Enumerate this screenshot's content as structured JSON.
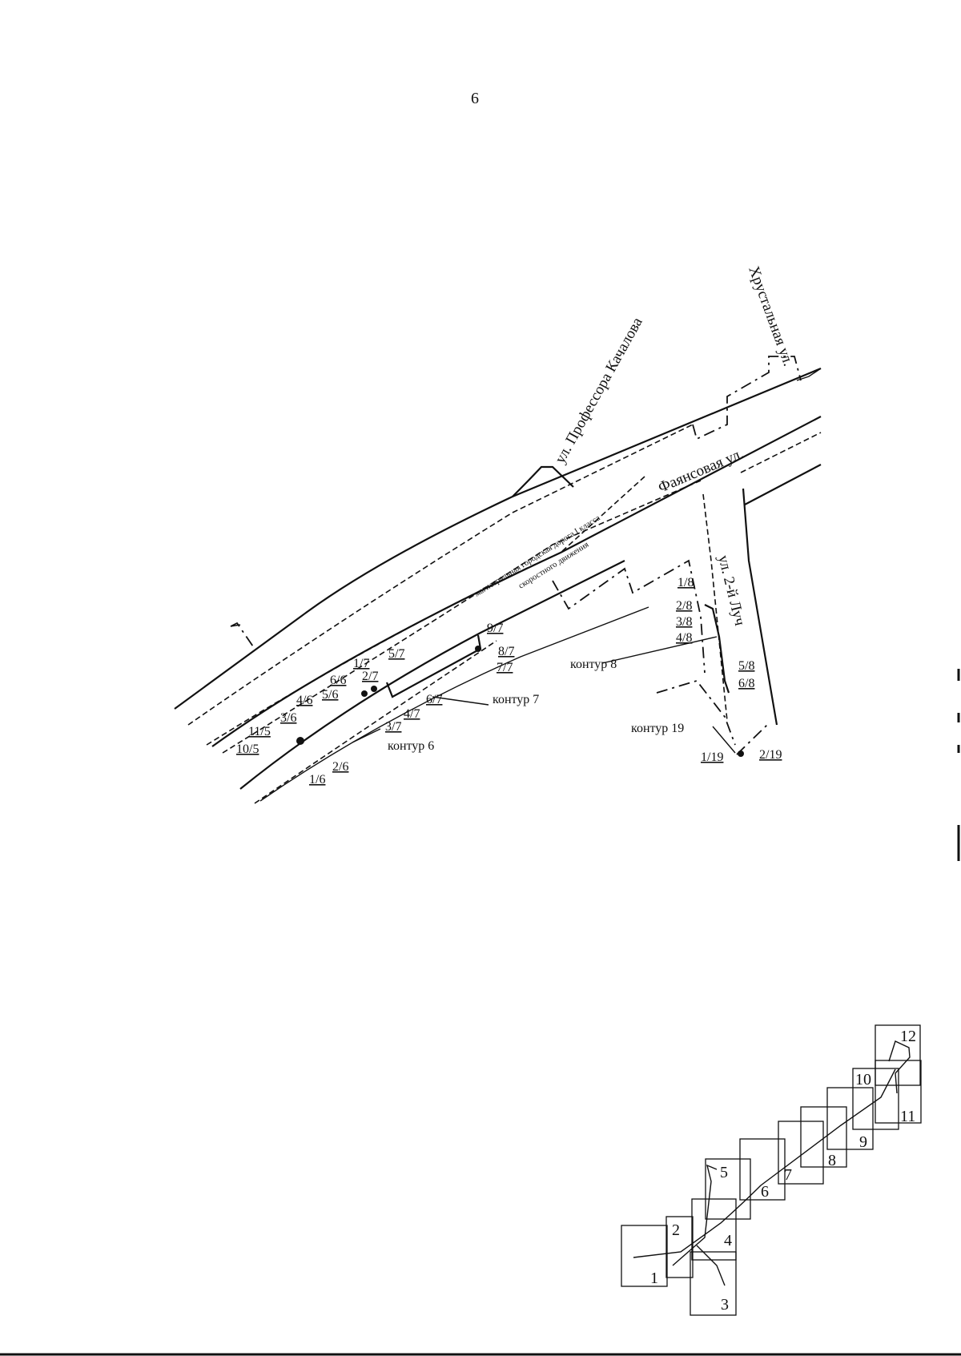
{
  "page": {
    "number": "6"
  },
  "map": {
    "streets": {
      "kachalova": "ул. Профессора Качалова",
      "khrustalnaya": "Хрустальная ул.",
      "fayansovaya": "Фаянсовая ул.",
      "luch": "ул. 2-й Луч"
    },
    "road_label": {
      "line1": "магистральная городская дорога I класса",
      "line2": "скоростного движения"
    },
    "contours": {
      "c6": "контур 6",
      "c7": "контур 7",
      "c8": "контур 8",
      "c19": "контур 19"
    },
    "points": {
      "p11_5": "11/5",
      "p10_5": "10/5",
      "p1_6": "1/6",
      "p2_6": "2/6",
      "p3_6": "3/6",
      "p4_6": "4/6",
      "p5_6": "5/6",
      "p6_6": "6/6",
      "p1_7": "1/7",
      "p2_7": "2/7",
      "p3_7": "3/7",
      "p4_7": "4/7",
      "p5_7": "5/7",
      "p6_7": "6/7",
      "p7_7": "7/7",
      "p8_7": "8/7",
      "p9_7": "9/7",
      "p1_8": "1/8",
      "p2_8": "2/8",
      "p3_8": "3/8",
      "p4_8": "4/8",
      "p5_8": "5/8",
      "p6_8": "6/8",
      "p1_19": "1/19",
      "p2_19": "2/19"
    }
  },
  "index_map": {
    "sheets": [
      "1",
      "2",
      "3",
      "4",
      "5",
      "6",
      "7",
      "8",
      "9",
      "10",
      "11",
      "12"
    ],
    "highlighted_sheet": "6"
  }
}
